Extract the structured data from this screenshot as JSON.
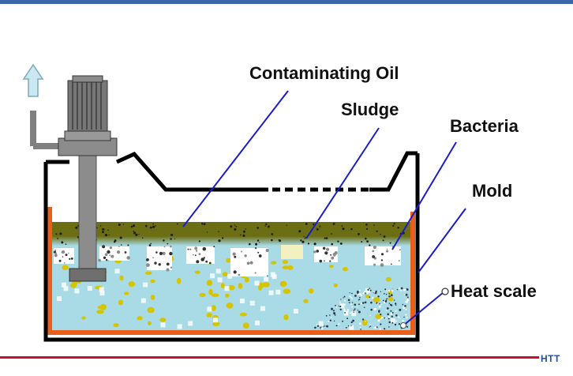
{
  "labels": {
    "contaminating_oil": "Contaminating Oil",
    "sludge": "Sludge",
    "bacteria": "Bacteria",
    "mold": "Mold",
    "heat_scale": "Heat scale"
  },
  "brand": "HTT",
  "colors": {
    "top_bar": "#3a66a8",
    "bottom_rule": "#c8102e",
    "coolant": "#a8dbe6",
    "oil_layer": "#6b6e12",
    "tank_lining": "#e85f1c",
    "tank_outline": "#000000",
    "leader_line": "#1c1ccc",
    "pump": "#8c8c8c",
    "arrow": "#c9e8f2",
    "sludge_dots": "#d6c400"
  }
}
